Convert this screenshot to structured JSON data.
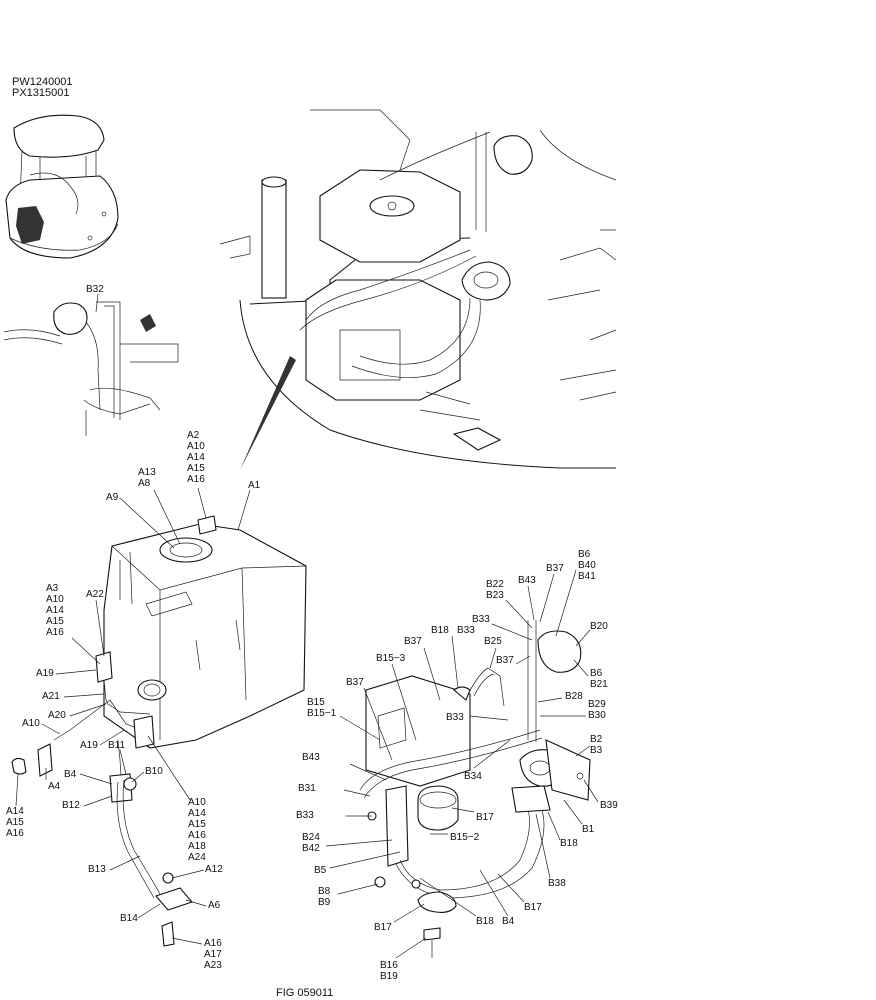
{
  "header": {
    "codes": [
      "PW1240001",
      "PX1315001"
    ]
  },
  "figure_label": "FIG 059011",
  "callouts": {
    "b32": "B32",
    "a2": [
      "A2",
      "A10",
      "A14",
      "A15",
      "A16"
    ],
    "a13": [
      "A13",
      "A8"
    ],
    "a1": "A1",
    "a9": "A9",
    "a3": [
      "A3",
      "A10",
      "A14",
      "A15",
      "A16"
    ],
    "a22": "A22",
    "a19a": "A19",
    "a21": "A21",
    "a20": "A20",
    "a10": "A10",
    "a19b": "A19",
    "b11": "B11",
    "a4": "A4",
    "a14_left": [
      "A14",
      "A15",
      "A16"
    ],
    "b4_left": "B4",
    "b10": "B10",
    "b12": "B12",
    "a10_mid": [
      "A10",
      "A14",
      "A15",
      "A16",
      "A18",
      "A24"
    ],
    "a12": "A12",
    "b13": "B13",
    "a6": "A6",
    "b14": "B14",
    "a16_bot": [
      "A16",
      "A17",
      "A23"
    ],
    "b6": [
      "B6",
      "B40",
      "B41"
    ],
    "b37_top": "B37",
    "b43_top": "B43",
    "b22": [
      "B22",
      "B23"
    ],
    "b20": "B20",
    "b33_top": "B33",
    "b18_top": "B18",
    "b25": "B25",
    "b37_mid": "B37",
    "b6b": [
      "B6",
      "B21"
    ],
    "b37_left": "B37",
    "b15_3": "B15−3",
    "b28": "B28",
    "b29": [
      "B29",
      "B30"
    ],
    "b33_mid": "B33",
    "b15": [
      "B15",
      "B15−1"
    ],
    "b37_lower": "B37",
    "b2": [
      "B2",
      "B3"
    ],
    "b43_left": "B43",
    "b34": "B34",
    "b39": "B39",
    "b31": "B31",
    "b17_mid": "B17",
    "b1": "B1",
    "b33_left": "B33",
    "b15_2": "B15−2",
    "b18_right": "B18",
    "b24": [
      "B24",
      "B42"
    ],
    "b5": "B5",
    "b38": "B38",
    "b8": [
      "B8",
      "B9"
    ],
    "b17_right": "B17",
    "b18_bot": "B18",
    "b4_right": "B4",
    "b17_bot": "B17",
    "b16": [
      "B16",
      "B19"
    ]
  }
}
